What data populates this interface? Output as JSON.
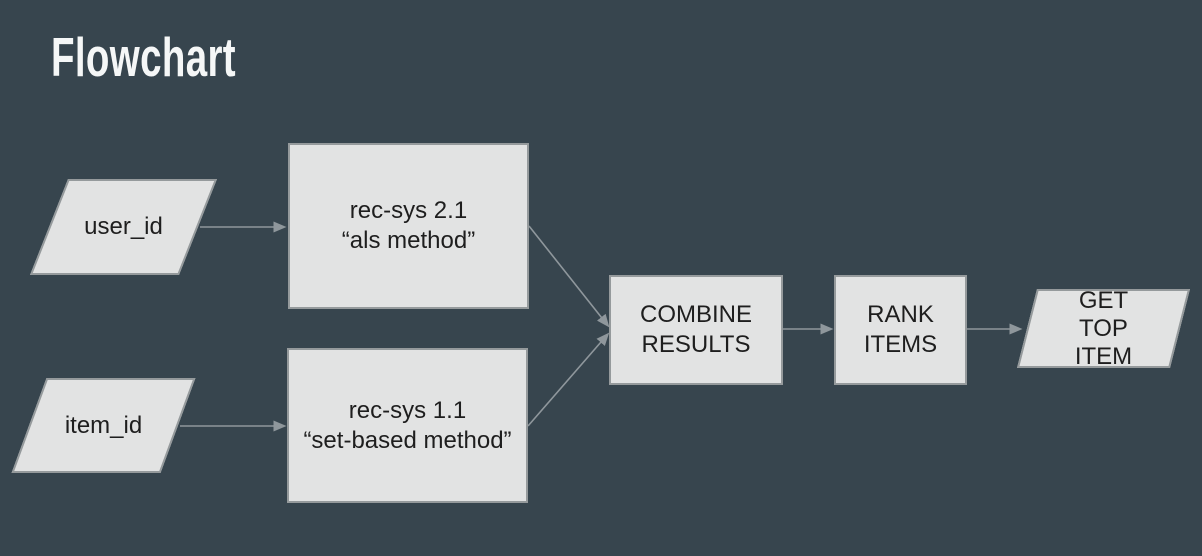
{
  "slide": {
    "title": "Flowchart"
  },
  "colors": {
    "background": "#37454e",
    "shape_fill": "#e2e3e3",
    "shape_border": "#959a9c",
    "arrow": "#8f979c",
    "shape_text": "#1e1e1e",
    "title_text": "#f5f7f7"
  },
  "nodes": {
    "user_id": {
      "label": "user_id",
      "shape": "parallelogram",
      "role": "input"
    },
    "item_id": {
      "label": "item_id",
      "shape": "parallelogram",
      "role": "input"
    },
    "rec_sys_21": {
      "label": "rec-sys 2.1\n“als method”",
      "shape": "rectangle",
      "role": "process"
    },
    "rec_sys_11": {
      "label": "rec-sys 1.1\n“set-based method”",
      "shape": "rectangle",
      "role": "process"
    },
    "combine": {
      "label": "COMBINE\nRESULTS",
      "shape": "rectangle",
      "role": "process"
    },
    "rank": {
      "label": "RANK\nITEMS",
      "shape": "rectangle",
      "role": "process"
    },
    "get_top": {
      "label": "GET\nTOP\nITEM",
      "shape": "parallelogram",
      "role": "output"
    }
  },
  "edges": [
    {
      "from": "user_id",
      "to": "rec_sys_21"
    },
    {
      "from": "item_id",
      "to": "rec_sys_11"
    },
    {
      "from": "rec_sys_21",
      "to": "combine"
    },
    {
      "from": "rec_sys_11",
      "to": "combine"
    },
    {
      "from": "combine",
      "to": "rank"
    },
    {
      "from": "rank",
      "to": "get_top"
    }
  ]
}
